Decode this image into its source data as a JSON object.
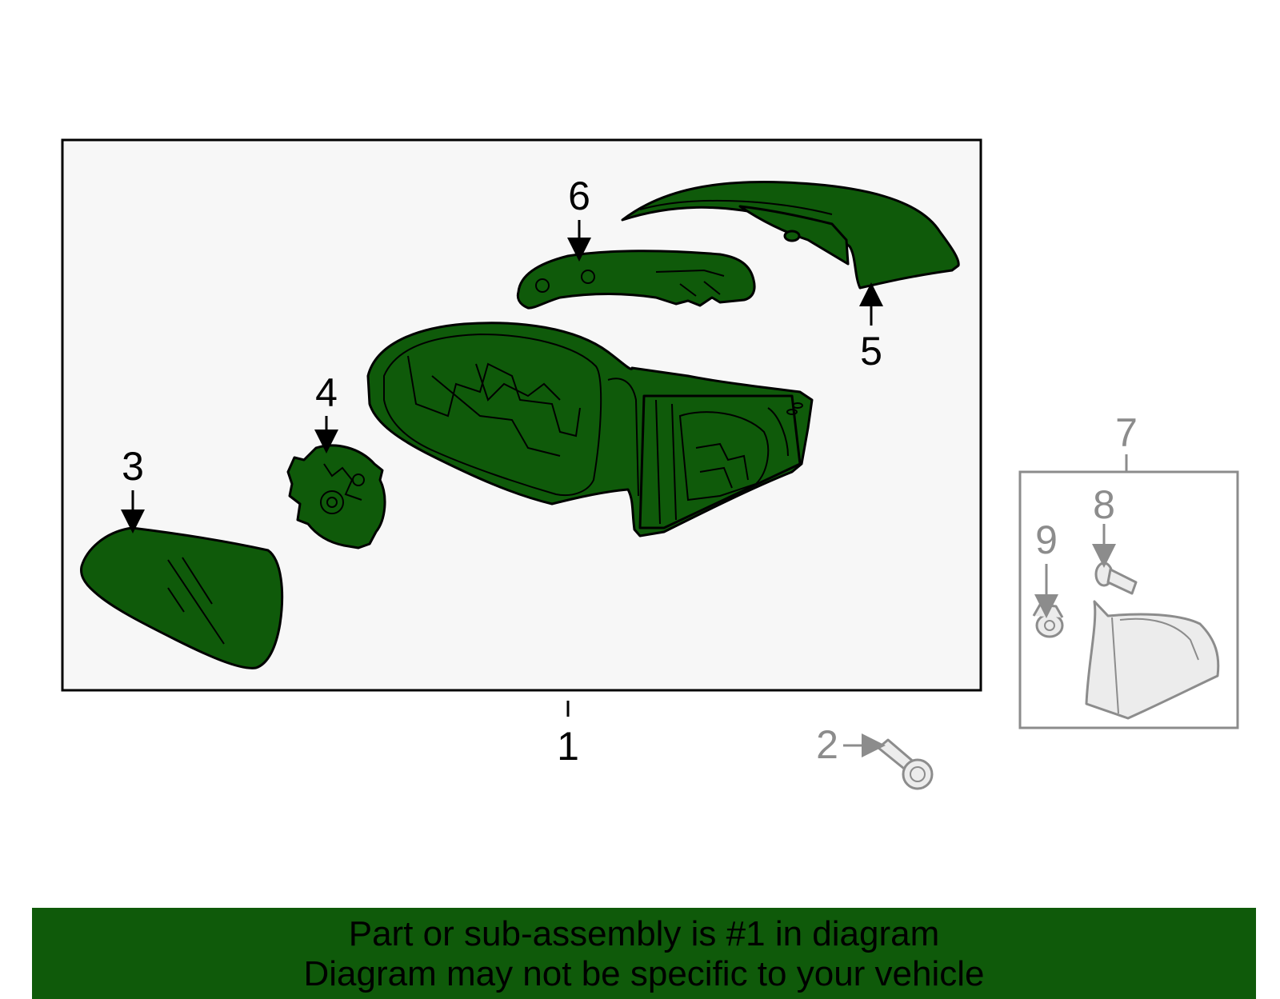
{
  "colors": {
    "highlight": "#0f5a0a",
    "frame_background": "#f7f7f7",
    "outline": "#000000",
    "secondary": "#8c8c8c"
  },
  "callouts": {
    "part_1": "1",
    "part_2": "2",
    "part_3": "3",
    "part_4": "4",
    "part_5": "5",
    "part_6": "6",
    "part_7": "7",
    "part_8": "8",
    "part_9": "9"
  },
  "banner": {
    "line1": "Part or sub-assembly is #1 in diagram",
    "line2": "Diagram may not be specific to your vehicle"
  }
}
